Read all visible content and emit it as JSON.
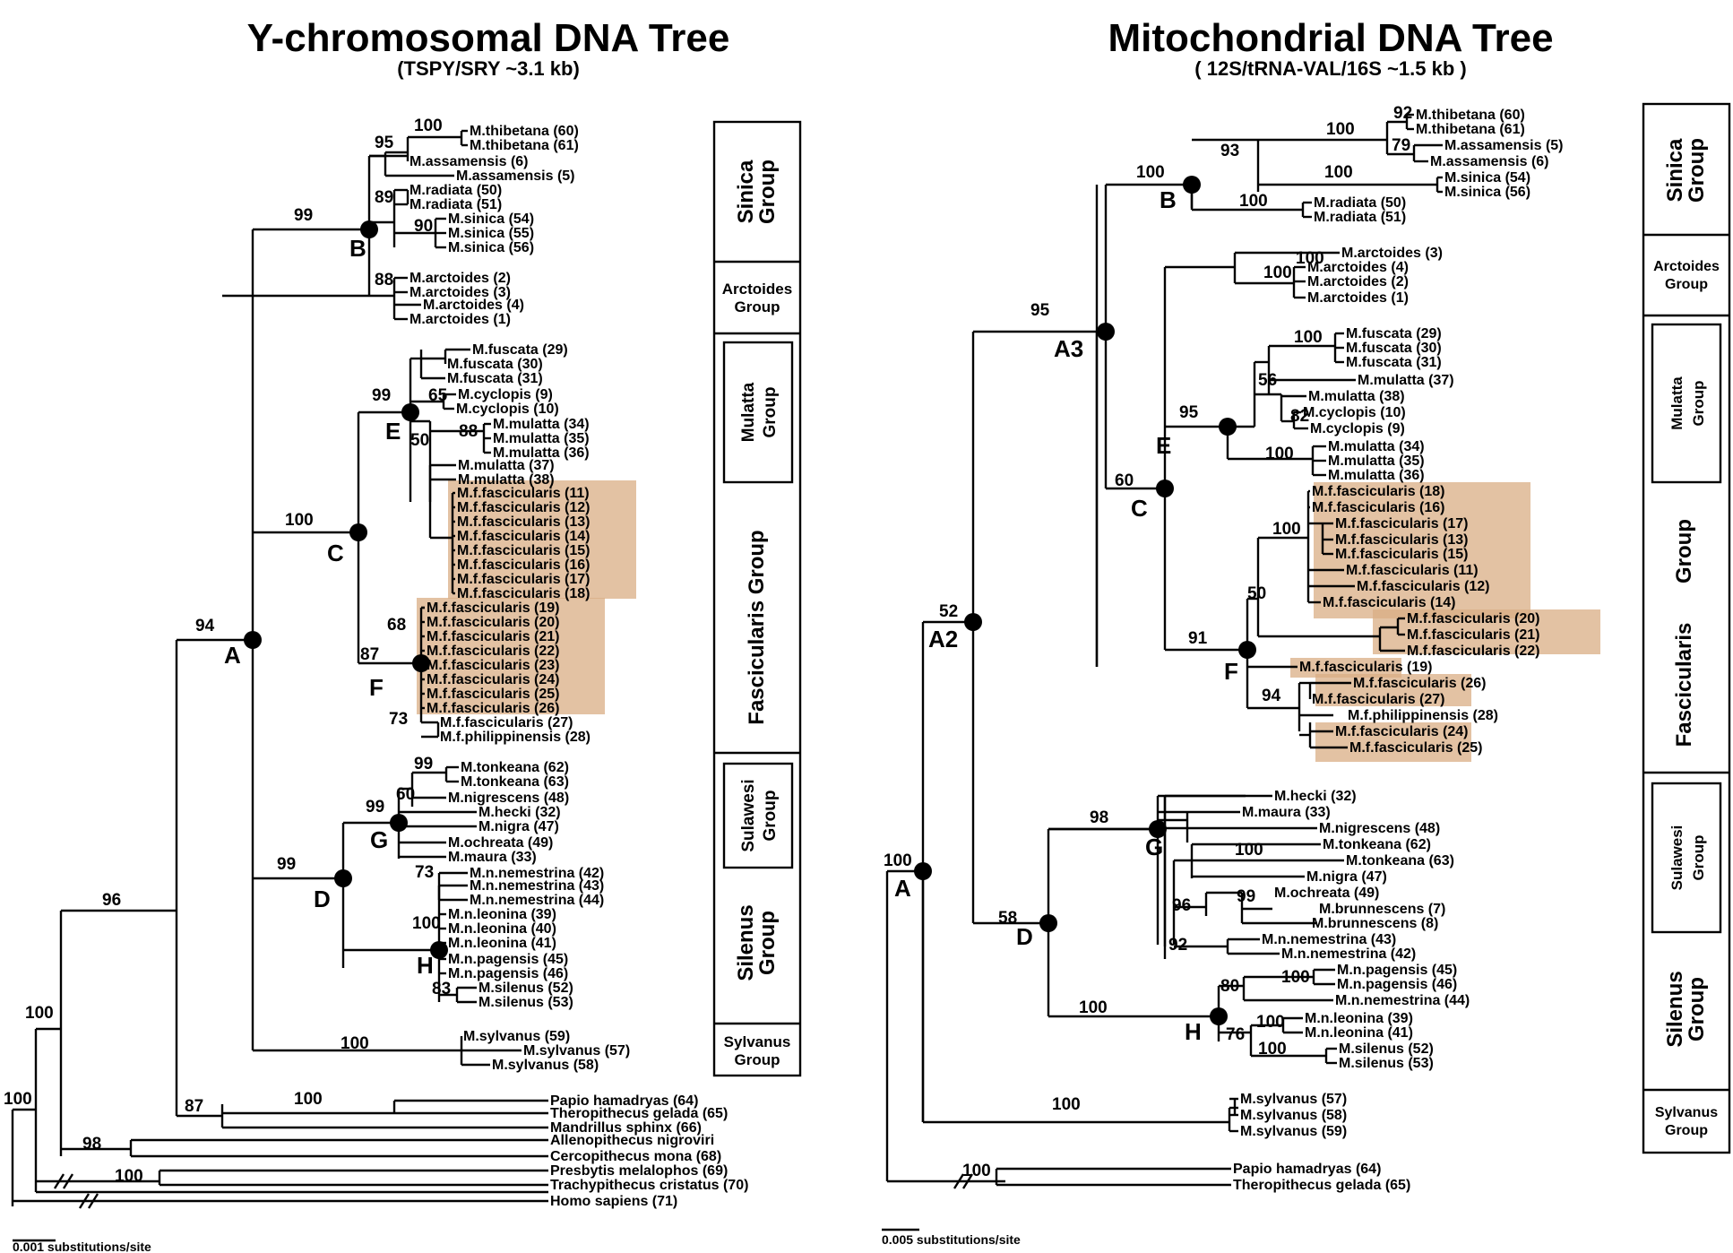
{
  "ytree": {
    "title": "Y-chromosomal DNA Tree",
    "subtitle": "(TSPY/SRY  ~3.1 kb)",
    "scale_label": "0.001 substitutions/site",
    "taxa": [
      "M.thibetana (60)",
      "M.thibetana (61)",
      "M.assamensis (6)",
      "M.assamensis (5)",
      "M.radiata (50)",
      "M.radiata (51)",
      "M.sinica (54)",
      "M.sinica (55)",
      "M.sinica (56)",
      "M.arctoides (2)",
      "M.arctoides (3)",
      "M.arctoides (4)",
      "M.arctoides (1)",
      "M.fuscata (29)",
      "M.fuscata (30)",
      "M.fuscata (31)",
      "M.cyclopis (9)",
      "M.cyclopis (10)",
      "M.mulatta (34)",
      "M.mulatta (35)",
      "M.mulatta (36)",
      "M.mulatta (37)",
      "M.mulatta (38)",
      "M.f.fascicularis (11)",
      "M.f.fascicularis (12)",
      "M.f.fascicularis (13)",
      "M.f.fascicularis (14)",
      "M.f.fascicularis (15)",
      "M.f.fascicularis (16)",
      "M.f.fascicularis (17)",
      "M.f.fascicularis (18)",
      "M.f.fascicularis (19)",
      "M.f.fascicularis (20)",
      "M.f.fascicularis (21)",
      "M.f.fascicularis (22)",
      "M.f.fascicularis (23)",
      "M.f.fascicularis (24)",
      "M.f.fascicularis (25)",
      "M.f.fascicularis (26)",
      "M.f.fascicularis (27)",
      "M.f.philippinensis (28)",
      "M.tonkeana (62)",
      "M.tonkeana (63)",
      "M.nigrescens (48)",
      "M.hecki (32)",
      "M.nigra (47)",
      "M.ochreata (49)",
      "M.maura (33)",
      "M.n.nemestrina (42)",
      "M.n.nemestrina (43)",
      "M.n.nemestrina (44)",
      "M.n.leonina (39)",
      "M.n.leonina (40)",
      "M.n.leonina (41)",
      "M.n.pagensis (45)",
      "M.n.pagensis (46)",
      "M.silenus (52)",
      "M.silenus (53)",
      "M.sylvanus (59)",
      "M.sylvanus (57)",
      "M.sylvanus (58)",
      "Papio hamadryas (64)",
      "Theropithecus gelada (65)",
      "Mandrillus sphinx (66)",
      "Allenopithecus nigroviri",
      "Cercopithecus mona (68)",
      "Presbytis melalophos (69)",
      "Trachypithecus cristatus (70)",
      "Homo sapiens (71)"
    ],
    "bootstrap": [
      "100",
      "95",
      "89",
      "90",
      "88",
      "99",
      "99",
      "65",
      "50",
      "88",
      "100",
      "68",
      "87",
      "73",
      "94",
      "99",
      "60",
      "99",
      "73",
      "100",
      "83",
      "99",
      "100",
      "96",
      "87",
      "100",
      "98",
      "100",
      "100",
      "100"
    ],
    "nodes": [
      "A",
      "B",
      "C",
      "D",
      "E",
      "F",
      "G",
      "H"
    ],
    "groups": [
      "Sinica\nGroup",
      "Arctoides\nGroup",
      "Mulatta\nGroup",
      "Fascicularis   Group",
      "Sulawesi\nGroup",
      "Silenus\nGroup",
      "Sylvanus\nGroup"
    ]
  },
  "mtree": {
    "title": "Mitochondrial DNA Tree",
    "subtitle": "( 12S/tRNA-VAL/16S   ~1.5 kb )",
    "scale_label": "0.005 substitutions/site",
    "taxa": [
      "M.thibetana (60)",
      "M.thibetana (61)",
      "M.assamensis (5)",
      "M.assamensis (6)",
      "M.sinica (54)",
      "M.sinica (56)",
      "M.radiata (50)",
      "M.radiata (51)",
      "M.arctoides (3)",
      "M.arctoides (4)",
      "M.arctoides (2)",
      "M.arctoides (1)",
      "M.fuscata (29)",
      "M.fuscata (30)",
      "M.fuscata (31)",
      "M.mulatta (37)",
      "M.mulatta (38)",
      "M.cyclopis (10)",
      "M.cyclopis (9)",
      "M.mulatta (34)",
      "M.mulatta (35)",
      "M.mulatta (36)",
      "M.f.fascicularis (18)",
      "M.f.fascicularis (16)",
      "M.f.fascicularis (17)",
      "M.f.fascicularis (13)",
      "M.f.fascicularis (15)",
      "M.f.fascicularis (11)",
      "M.f.fascicularis (12)",
      "M.f.fascicularis (14)",
      "M.f.fascicularis (20)",
      "M.f.fascicularis (21)",
      "M.f.fascicularis (22)",
      "M.f.fascicularis (19)",
      "M.f.fascicularis (26)",
      "M.f.fascicularis (27)",
      "M.f.philippinensis (28)",
      "M.f.fascicularis (24)",
      "M.f.fascicularis (25)",
      "M.hecki (32)",
      "M.maura (33)",
      "M.nigrescens (48)",
      "M.tonkeana (62)",
      "M.tonkeana (63)",
      "M.nigra (47)",
      "M.ochreata (49)",
      "M.brunnescens (7)",
      "M.brunnescens (8)",
      "M.n.nemestrina (43)",
      "M.n.nemestrina (42)",
      "M.n.pagensis (45)",
      "M.n.pagensis (46)",
      "M.n.nemestrina (44)",
      "M.n.leonina (39)",
      "M.n.leonina (41)",
      "M.silenus (52)",
      "M.silenus (53)",
      "M.sylvanus (57)",
      "M.sylvanus (58)",
      "M.sylvanus (59)",
      "Papio hamadryas (64)",
      "Theropithecus gelada (65)"
    ],
    "bootstrap": [
      "92",
      "79",
      "93",
      "100",
      "100",
      "100",
      "100",
      "100",
      "100",
      "56",
      "82",
      "95",
      "100",
      "60",
      "100",
      "100",
      "50",
      "94",
      "91",
      "95",
      "52",
      "98",
      "100",
      "99",
      "96",
      "92",
      "58",
      "100",
      "80",
      "100",
      "76",
      "100",
      "100",
      "100",
      "100",
      "100"
    ],
    "nodes": [
      "A",
      "A2",
      "A3",
      "B",
      "C",
      "D",
      "E",
      "F",
      "G",
      "H"
    ],
    "groups": [
      "Sinica\nGroup",
      "Arctoides\nGroup",
      "Mulatta\nGroup",
      "Group",
      "Fascicularis",
      "Sulawesi\nGroup",
      "Silenus\nGroup",
      "Sylvanus\nGroup"
    ]
  },
  "colors": {
    "highlight": "#d9ad84",
    "line": "#000000"
  }
}
